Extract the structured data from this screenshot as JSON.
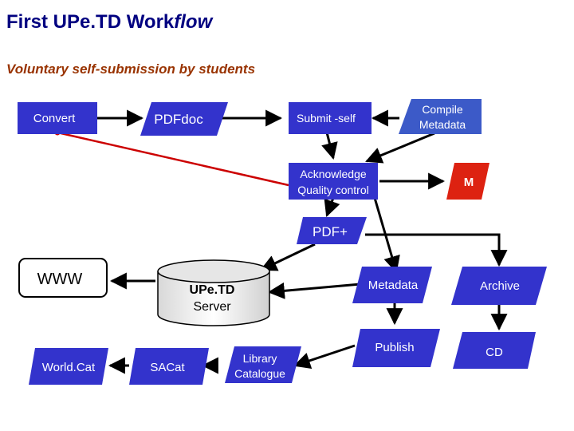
{
  "header": {
    "title_main": "First UPe.TD Work",
    "title_italic": "flow",
    "subtitle": "Voluntary self-submission by students"
  },
  "nodes": {
    "convert": "Convert",
    "pdfdoc": "PDFdoc",
    "submit_self": "Submit -self",
    "compile_line1": "Compile",
    "compile_line2": "Metadata",
    "ack_line1": "Acknowledge",
    "ack_line2": "Quality control",
    "m": "M",
    "pdfplus": "PDF+",
    "www": "WWW",
    "server_line1": "UPe.TD",
    "server_line2": "Server",
    "metadata": "Metadata",
    "archive": "Archive",
    "publish": "Publish",
    "cd": "CD",
    "worldcat": "World.Cat",
    "sacat": "SACat",
    "library_line1": "Library",
    "library_line2": "Catalogue"
  },
  "colors": {
    "node_fill": "#3333cc",
    "node_fill_light": "#3c5ac8",
    "red_node": "#dd2211",
    "red_line": "#cc0000",
    "title": "#000080",
    "subtitle": "#993300"
  }
}
